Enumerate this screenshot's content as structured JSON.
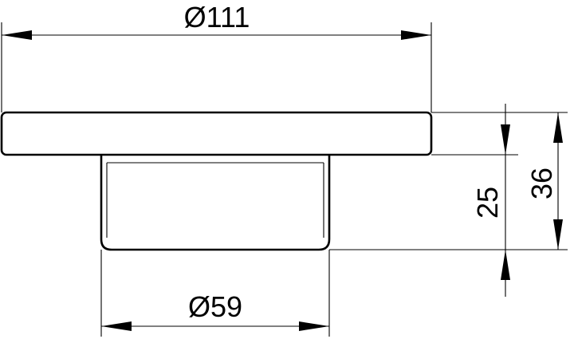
{
  "dimensions": {
    "top_diameter": "Ø111",
    "bottom_diameter": "Ø59",
    "inner_height": "25",
    "total_height": "36"
  }
}
